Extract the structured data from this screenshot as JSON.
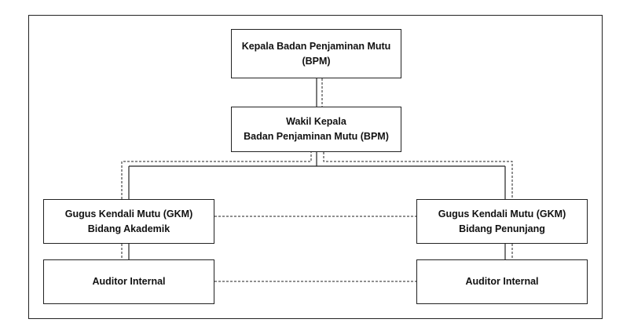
{
  "nodes": {
    "kepala": {
      "line1": "Kepala Badan Penjaminan Mutu",
      "line2": "(BPM)"
    },
    "wakil": {
      "line1": "Wakil Kepala",
      "line2": "Badan Penjaminan Mutu (BPM)"
    },
    "gkm_akademik": {
      "line1": "Gugus Kendali Mutu (GKM)",
      "line2": "Bidang Akademik"
    },
    "gkm_penunjang": {
      "line1": "Gugus Kendali Mutu (GKM)",
      "line2": "Bidang Penunjang"
    },
    "auditor_kiri": {
      "line1": "Auditor Internal"
    },
    "auditor_kanan": {
      "line1": "Auditor Internal"
    }
  },
  "colors": {
    "line": "#222222",
    "background": "#ffffff"
  }
}
